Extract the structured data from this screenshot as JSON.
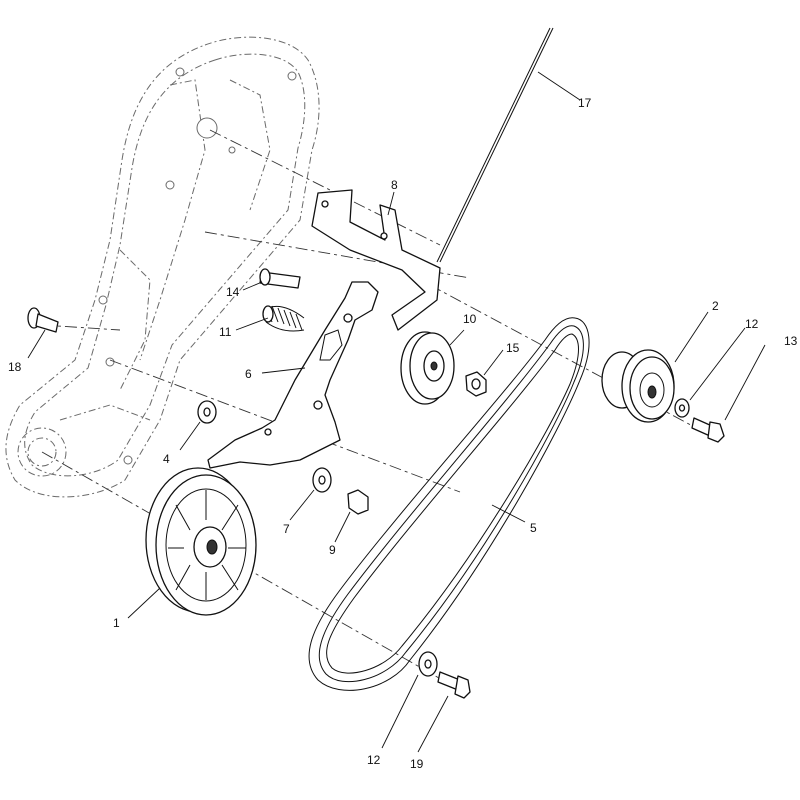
{
  "diagram": {
    "callouts": [
      {
        "id": "c1",
        "label": "1"
      },
      {
        "id": "c2",
        "label": "2"
      },
      {
        "id": "c4",
        "label": "4"
      },
      {
        "id": "c5",
        "label": "5"
      },
      {
        "id": "c6",
        "label": "6"
      },
      {
        "id": "c7",
        "label": "7"
      },
      {
        "id": "c8",
        "label": "8"
      },
      {
        "id": "c9",
        "label": "9"
      },
      {
        "id": "c10",
        "label": "10"
      },
      {
        "id": "c11",
        "label": "11"
      },
      {
        "id": "c12a",
        "label": "12"
      },
      {
        "id": "c12b",
        "label": "12"
      },
      {
        "id": "c13",
        "label": "13"
      },
      {
        "id": "c14",
        "label": "14"
      },
      {
        "id": "c15",
        "label": "15"
      },
      {
        "id": "c17",
        "label": "17"
      },
      {
        "id": "c18",
        "label": "18"
      },
      {
        "id": "c19",
        "label": "19"
      }
    ]
  }
}
